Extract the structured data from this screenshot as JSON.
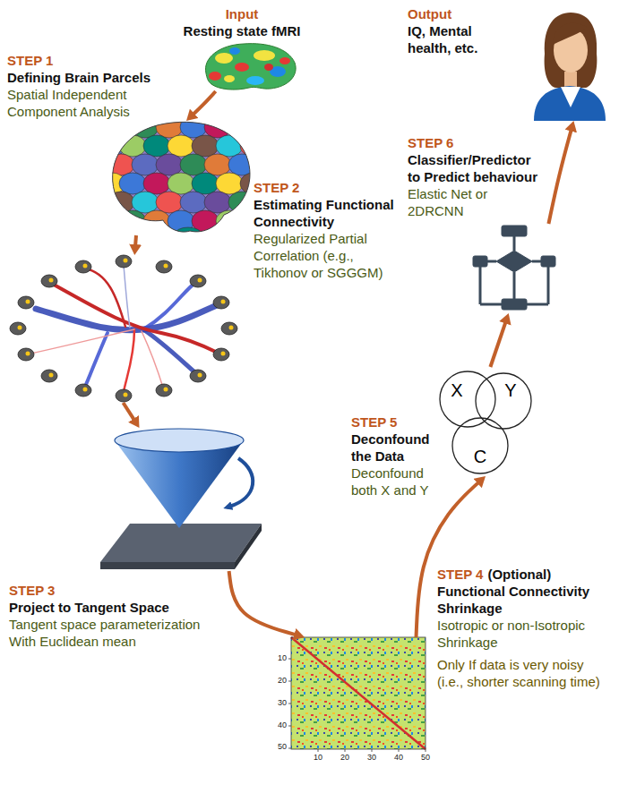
{
  "diagram": {
    "nodes": [
      {
        "text": [
          "Input",
          "Resting state fMRI"
        ]
      },
      {
        "text": [
          "STEP 1",
          "Defining Brain Parcels",
          "Spatial Independent Component Analysis"
        ]
      },
      {
        "text": [
          "STEP 2",
          "Estimating Functional Connectivity",
          "Regularized Partial Correlation (e.g., Tikhonov or SGGGM)"
        ]
      },
      {
        "text": [
          "STEP 3",
          "Project to Tangent Space",
          "Tangent space parameterization With Euclidean mean"
        ]
      },
      {
        "text": [
          "STEP 4",
          "(Optional)",
          "Functional Connectivity Shrinkage",
          "Isotropic or non-Isotropic Shrinkage",
          "Only If data is very noisy (i.e., shorter scanning time)"
        ]
      },
      {
        "text": [
          "STEP 5",
          "Deconfound the Data",
          "Deconfound both X and Y"
        ]
      },
      {
        "text": [
          "X"
        ],
        "in": 5
      },
      {
        "text": [
          "Y"
        ],
        "in": 5
      },
      {
        "text": [
          "C"
        ],
        "in": 5
      },
      {
        "text": [
          "STEP 6",
          "Classifier/Predictor to Predict behaviour",
          "Elastic Net or 2DRCNN"
        ]
      },
      {
        "text": [
          "Output",
          "IQ, Mental health, etc."
        ]
      }
    ],
    "edges": [
      {
        "from": 0,
        "to": 1,
        "arrow": "to"
      },
      {
        "from": 1,
        "to": 2,
        "arrow": "to"
      },
      {
        "from": 2,
        "to": 3,
        "arrow": "to"
      },
      {
        "from": 3,
        "to": 4,
        "arrow": "to"
      },
      {
        "from": 4,
        "to": 5,
        "arrow": "to"
      },
      {
        "from": 5,
        "to": 9,
        "arrow": "to"
      },
      {
        "from": 9,
        "to": 10,
        "arrow": "to"
      }
    ],
    "labels": [
      "10",
      "20",
      "30",
      "40",
      "50",
      "10",
      "20",
      "30",
      "40",
      "50"
    ]
  }
}
